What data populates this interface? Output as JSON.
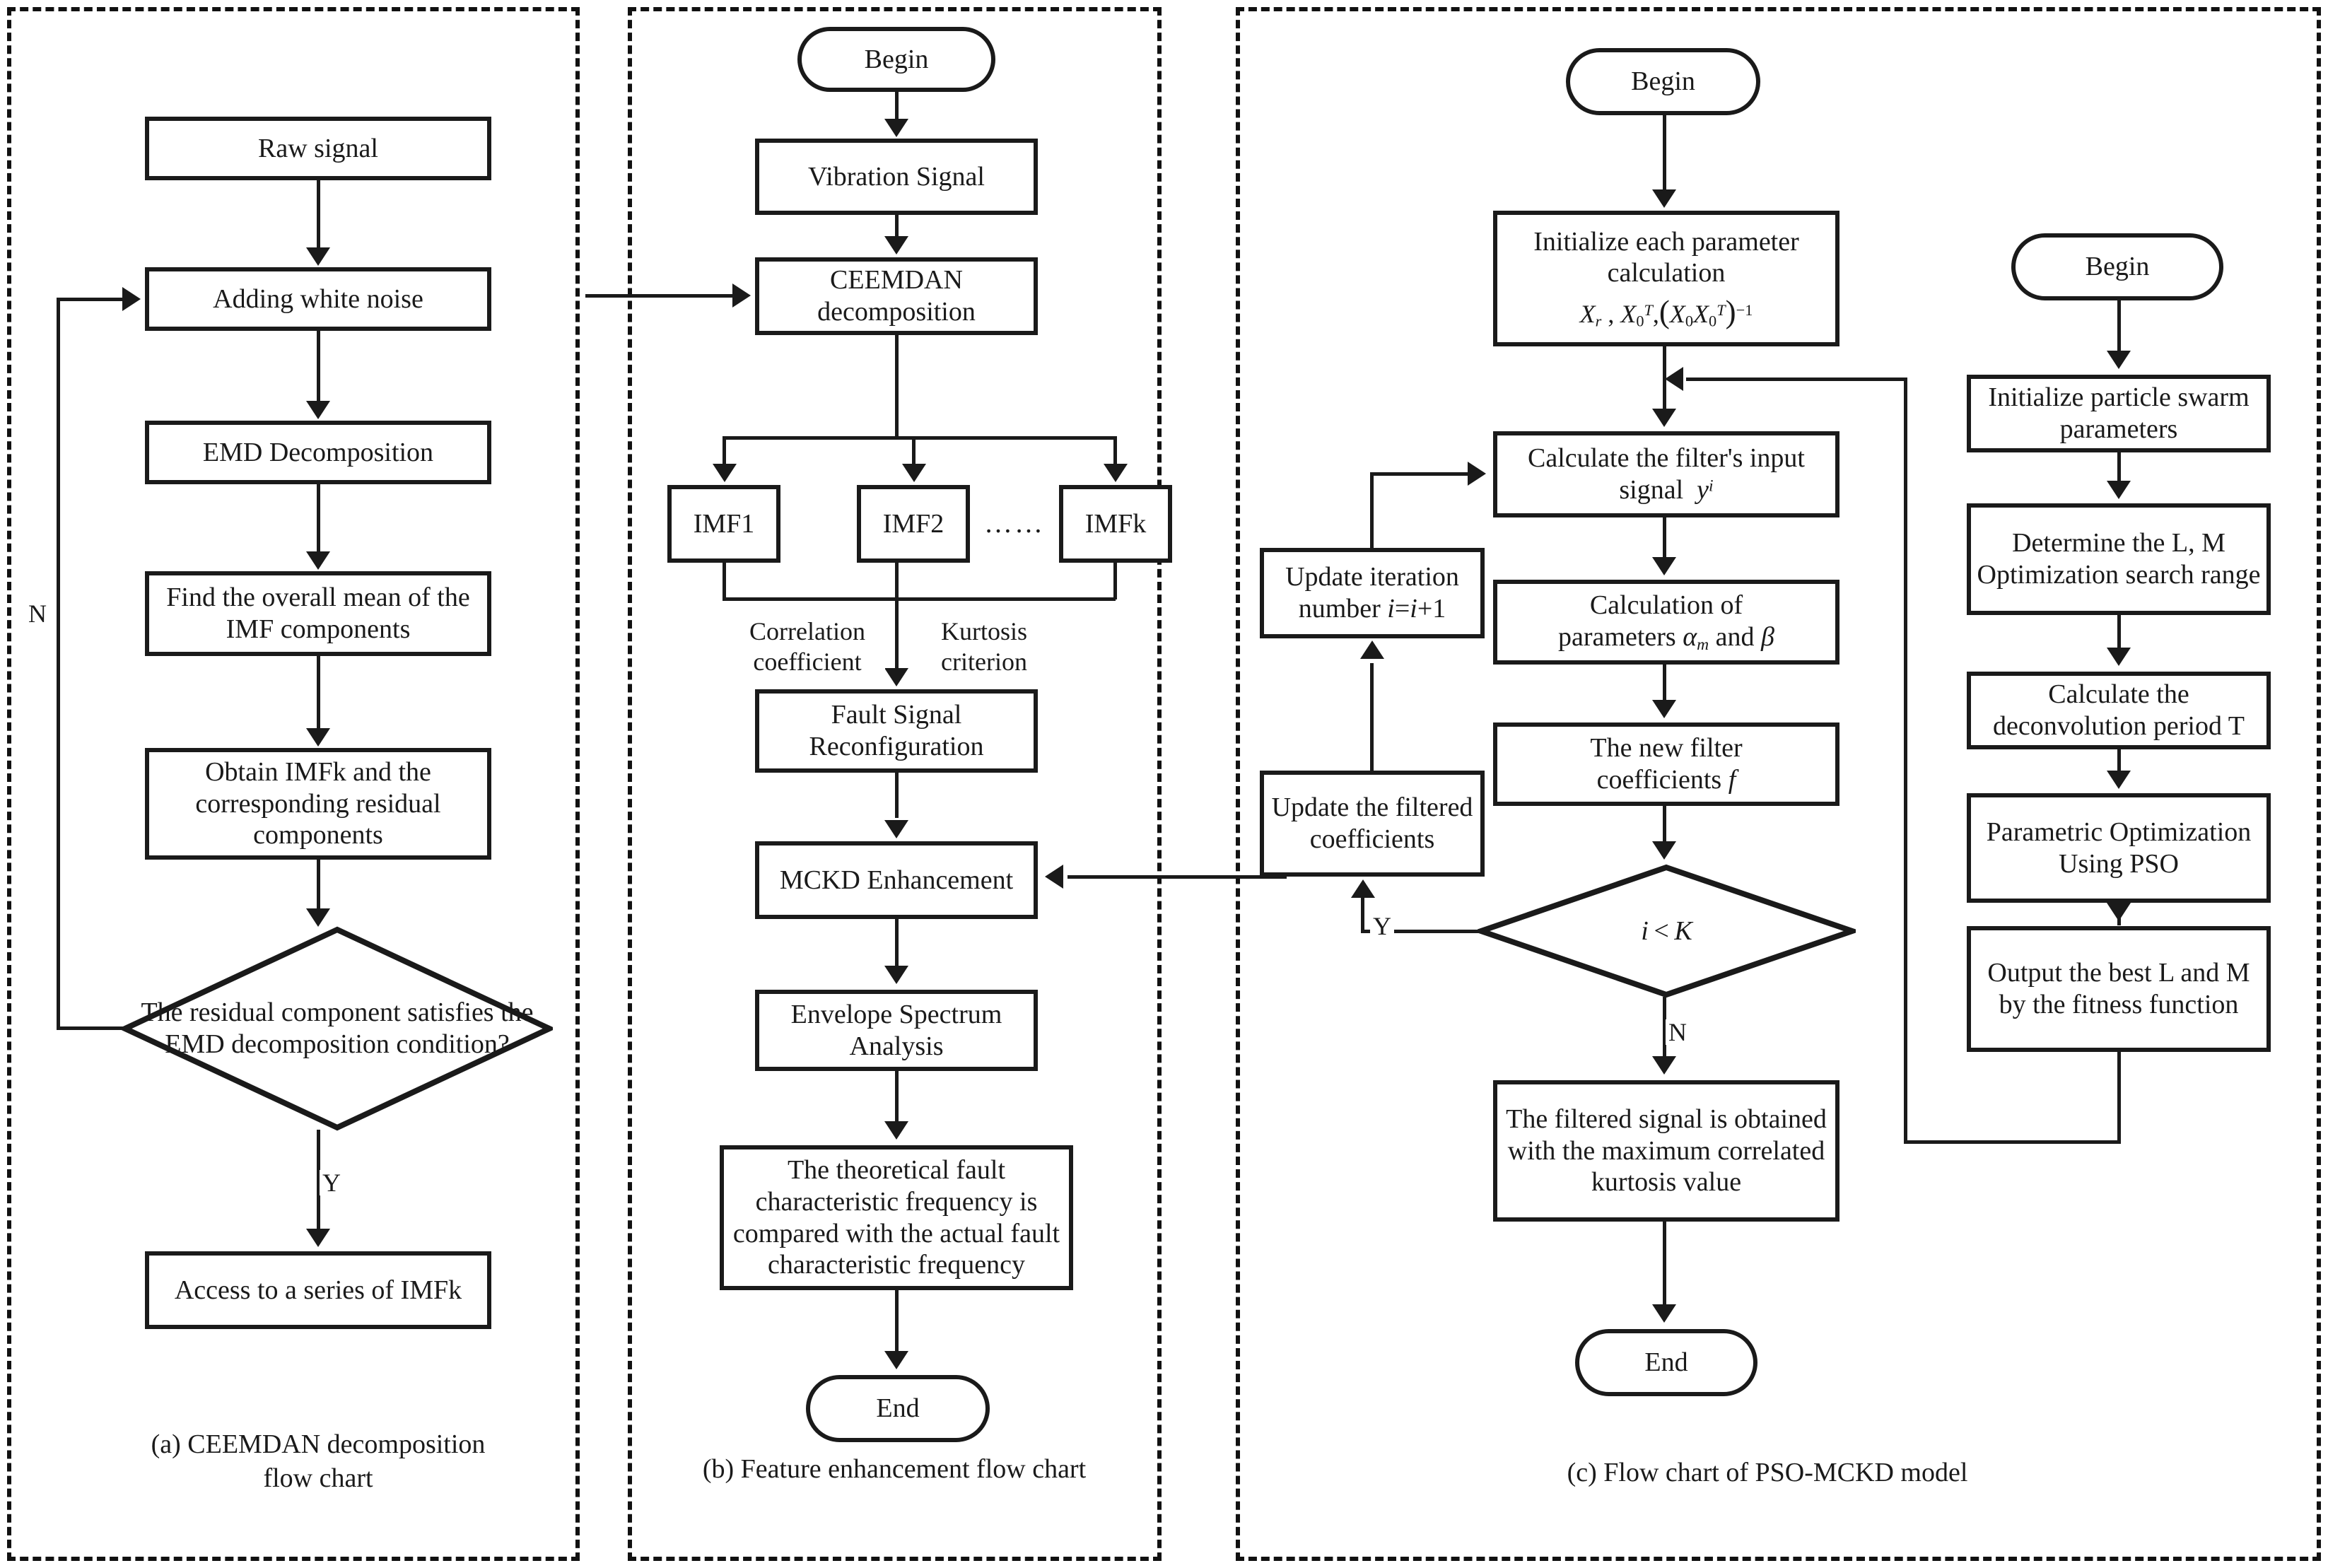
{
  "figure": {
    "panels": [
      {
        "id": "a",
        "caption_line1": "(a) CEEMDAN decomposition",
        "caption_line2": "flow chart",
        "nodes": [
          {
            "key": "raw_signal",
            "label": "Raw signal"
          },
          {
            "key": "adding_white_noise",
            "label": "Adding white noise"
          },
          {
            "key": "emd_decomposition",
            "label": "EMD Decomposition"
          },
          {
            "key": "find_mean",
            "label": "Find the overall mean of the IMF components"
          },
          {
            "key": "obtain_imfk",
            "label": "Obtain IMFk and the corresponding residual components"
          },
          {
            "key": "residual_condition",
            "label": "The residual component satisfies the EMD decomposition condition?"
          },
          {
            "key": "access_imfk",
            "label": "Access to a series of IMFk"
          }
        ],
        "edge_labels": {
          "no": "N",
          "yes": "Y"
        }
      },
      {
        "id": "b",
        "caption_line1": "(b) Feature enhancement flow chart",
        "nodes": [
          {
            "key": "begin",
            "label": "Begin"
          },
          {
            "key": "vibration_signal",
            "label": "Vibration Signal"
          },
          {
            "key": "ceemdan_decomposition",
            "label": "CEEMDAN decomposition"
          },
          {
            "key": "imf1",
            "label": "IMF1"
          },
          {
            "key": "imf2",
            "label": "IMF2"
          },
          {
            "key": "imf_ellipsis",
            "label": "……"
          },
          {
            "key": "imfk",
            "label": "IMFk"
          },
          {
            "key": "fault_signal_reconfiguration",
            "label": "Fault Signal Reconfiguration"
          },
          {
            "key": "mckd_enhancement",
            "label": "MCKD Enhancement"
          },
          {
            "key": "envelope_spectrum_analysis",
            "label": "Envelope Spectrum Analysis"
          },
          {
            "key": "frequency_comparison",
            "label": "The theoretical fault characteristic frequency is compared with the actual fault characteristic frequency"
          },
          {
            "key": "end",
            "label": "End"
          }
        ],
        "edge_labels": {
          "correlation_coefficient": "Correlation coefficient",
          "kurtosis_criterion": "Kurtosis criterion"
        }
      },
      {
        "id": "c",
        "caption_line1": "(c) Flow chart of PSO-MCKD model",
        "nodes": [
          {
            "key": "begin_mckd",
            "label": "Begin"
          },
          {
            "key": "initialize_parameters",
            "label": "Initialize each parameter calculation"
          },
          {
            "key": "initialize_parameters_formula",
            "label": "X_r , X_0^T,(X_0 X_0^T)^{-1}"
          },
          {
            "key": "calculate_filter_input",
            "label": "Calculate the filter's input signal  y^i"
          },
          {
            "key": "calculate_parameters",
            "label": "Calculation of parameters α_m and β"
          },
          {
            "key": "new_filter_coefficients",
            "label": "The new filter coefficients f"
          },
          {
            "key": "iteration_check",
            "label": "i < K"
          },
          {
            "key": "update_iteration_number",
            "label": "Update iteration number i=i+1"
          },
          {
            "key": "update_filtered_coefficients",
            "label": "Update the filtered coefficients"
          },
          {
            "key": "filtered_signal_result",
            "label": "The filtered signal is obtained with the maximum correlated kurtosis value"
          },
          {
            "key": "end_mckd",
            "label": "End"
          },
          {
            "key": "begin_pso",
            "label": "Begin"
          },
          {
            "key": "initialize_particle_swarm",
            "label": "Initialize particle swarm parameters"
          },
          {
            "key": "determine_lm_range",
            "label": "Determine the L, M Optimization search range"
          },
          {
            "key": "calculate_deconvolution_period",
            "label": "Calculate the deconvolution period T"
          },
          {
            "key": "parametric_optimization_pso",
            "label": "Parametric Optimization Using PSO"
          },
          {
            "key": "output_best_lm",
            "label": "Output the best L and M by the fitness function"
          }
        ],
        "edge_labels": {
          "yes": "Y",
          "no": "N"
        }
      }
    ]
  },
  "colors": {
    "stroke": "#1a1a1a",
    "background": "#ffffff",
    "panel_border": "#111111"
  }
}
